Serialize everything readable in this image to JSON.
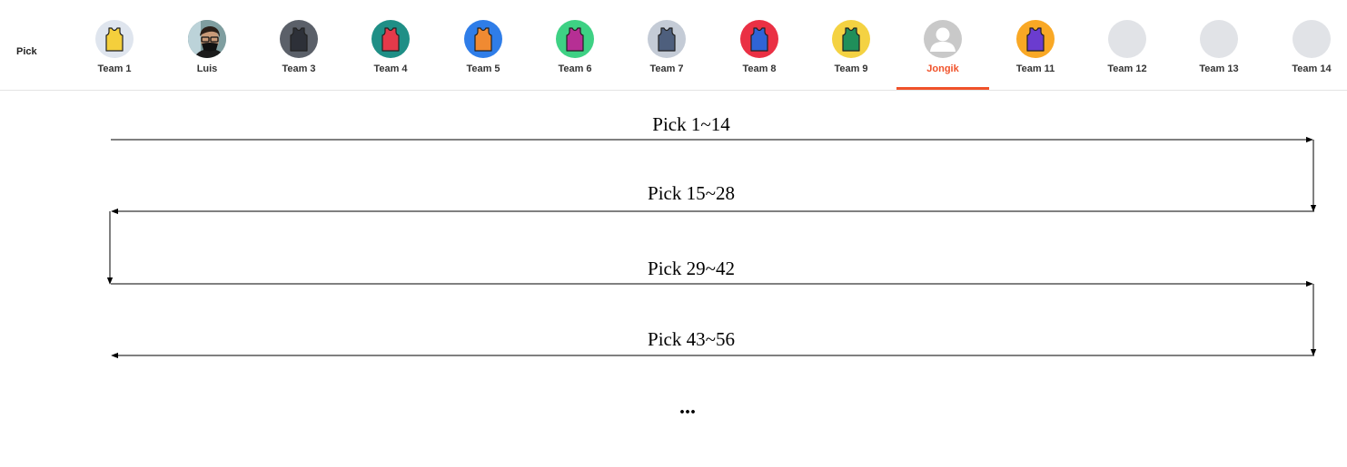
{
  "header": {
    "pick_label": "Pick"
  },
  "teams": [
    {
      "name": "Team 1",
      "avatar": "jersey",
      "bg": "#dfe5ee",
      "jersey": "#f4cf3c"
    },
    {
      "name": "Luis",
      "avatar": "photo",
      "bg": "#6b8a8a"
    },
    {
      "name": "Team 3",
      "avatar": "jersey",
      "bg": "#5b6069",
      "jersey": "#2d3038"
    },
    {
      "name": "Team 4",
      "avatar": "jersey",
      "bg": "#1f8f86",
      "jersey": "#e43a4a"
    },
    {
      "name": "Team 5",
      "avatar": "jersey",
      "bg": "#2f7de8",
      "jersey": "#f08a32"
    },
    {
      "name": "Team 6",
      "avatar": "jersey",
      "bg": "#3ed184",
      "jersey": "#b62f94"
    },
    {
      "name": "Team 7",
      "avatar": "jersey",
      "bg": "#c4cbd6",
      "jersey": "#4e5f7d"
    },
    {
      "name": "Team 8",
      "avatar": "jersey",
      "bg": "#ea3044",
      "jersey": "#2f64d6"
    },
    {
      "name": "Team 9",
      "avatar": "jersey",
      "bg": "#f4d242",
      "jersey": "#1f8f5a"
    },
    {
      "name": "Jongik",
      "avatar": "default-user",
      "bg": "#c9c9c9",
      "selected": true
    },
    {
      "name": "Team 11",
      "avatar": "jersey",
      "bg": "#f9a825",
      "jersey": "#6b3ccf"
    },
    {
      "name": "Team 12",
      "avatar": "empty",
      "bg": "#e1e3e7"
    },
    {
      "name": "Team 13",
      "avatar": "empty",
      "bg": "#e1e3e7"
    },
    {
      "name": "Team 14",
      "avatar": "empty",
      "bg": "#e1e3e7"
    }
  ],
  "colors": {
    "accent": "#f0522a",
    "team_label": "#333333"
  },
  "rounds": [
    {
      "label": "Pick 1~14",
      "direction": "right"
    },
    {
      "label": "Pick 15~28",
      "direction": "left"
    },
    {
      "label": "Pick 29~42",
      "direction": "right"
    },
    {
      "label": "Pick 43~56",
      "direction": "left"
    }
  ],
  "ellipsis": "..."
}
